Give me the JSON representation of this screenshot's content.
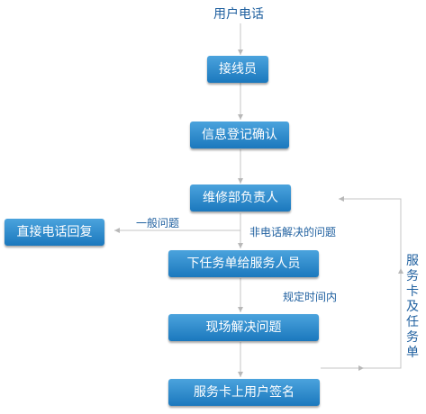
{
  "start_label": "用户电话",
  "nodes": {
    "operator": "接线员",
    "register": "信息登记确认",
    "manager": "维修部负责人",
    "direct_reply": "直接电话回复",
    "dispatch": "下任务单给服务人员",
    "onsite": "现场解决问题",
    "sign": "服务卡上用户签名"
  },
  "edge_labels": {
    "general": "一般问题",
    "non_phone": "非电话解决的问题",
    "in_time": "规定时间内"
  },
  "side_label": [
    "服",
    "务",
    "卡",
    "及",
    "任",
    "务",
    "单"
  ],
  "colors": {
    "box": "#2a88cb",
    "text": "#1e5f9f",
    "line": "#b8b8b8"
  }
}
